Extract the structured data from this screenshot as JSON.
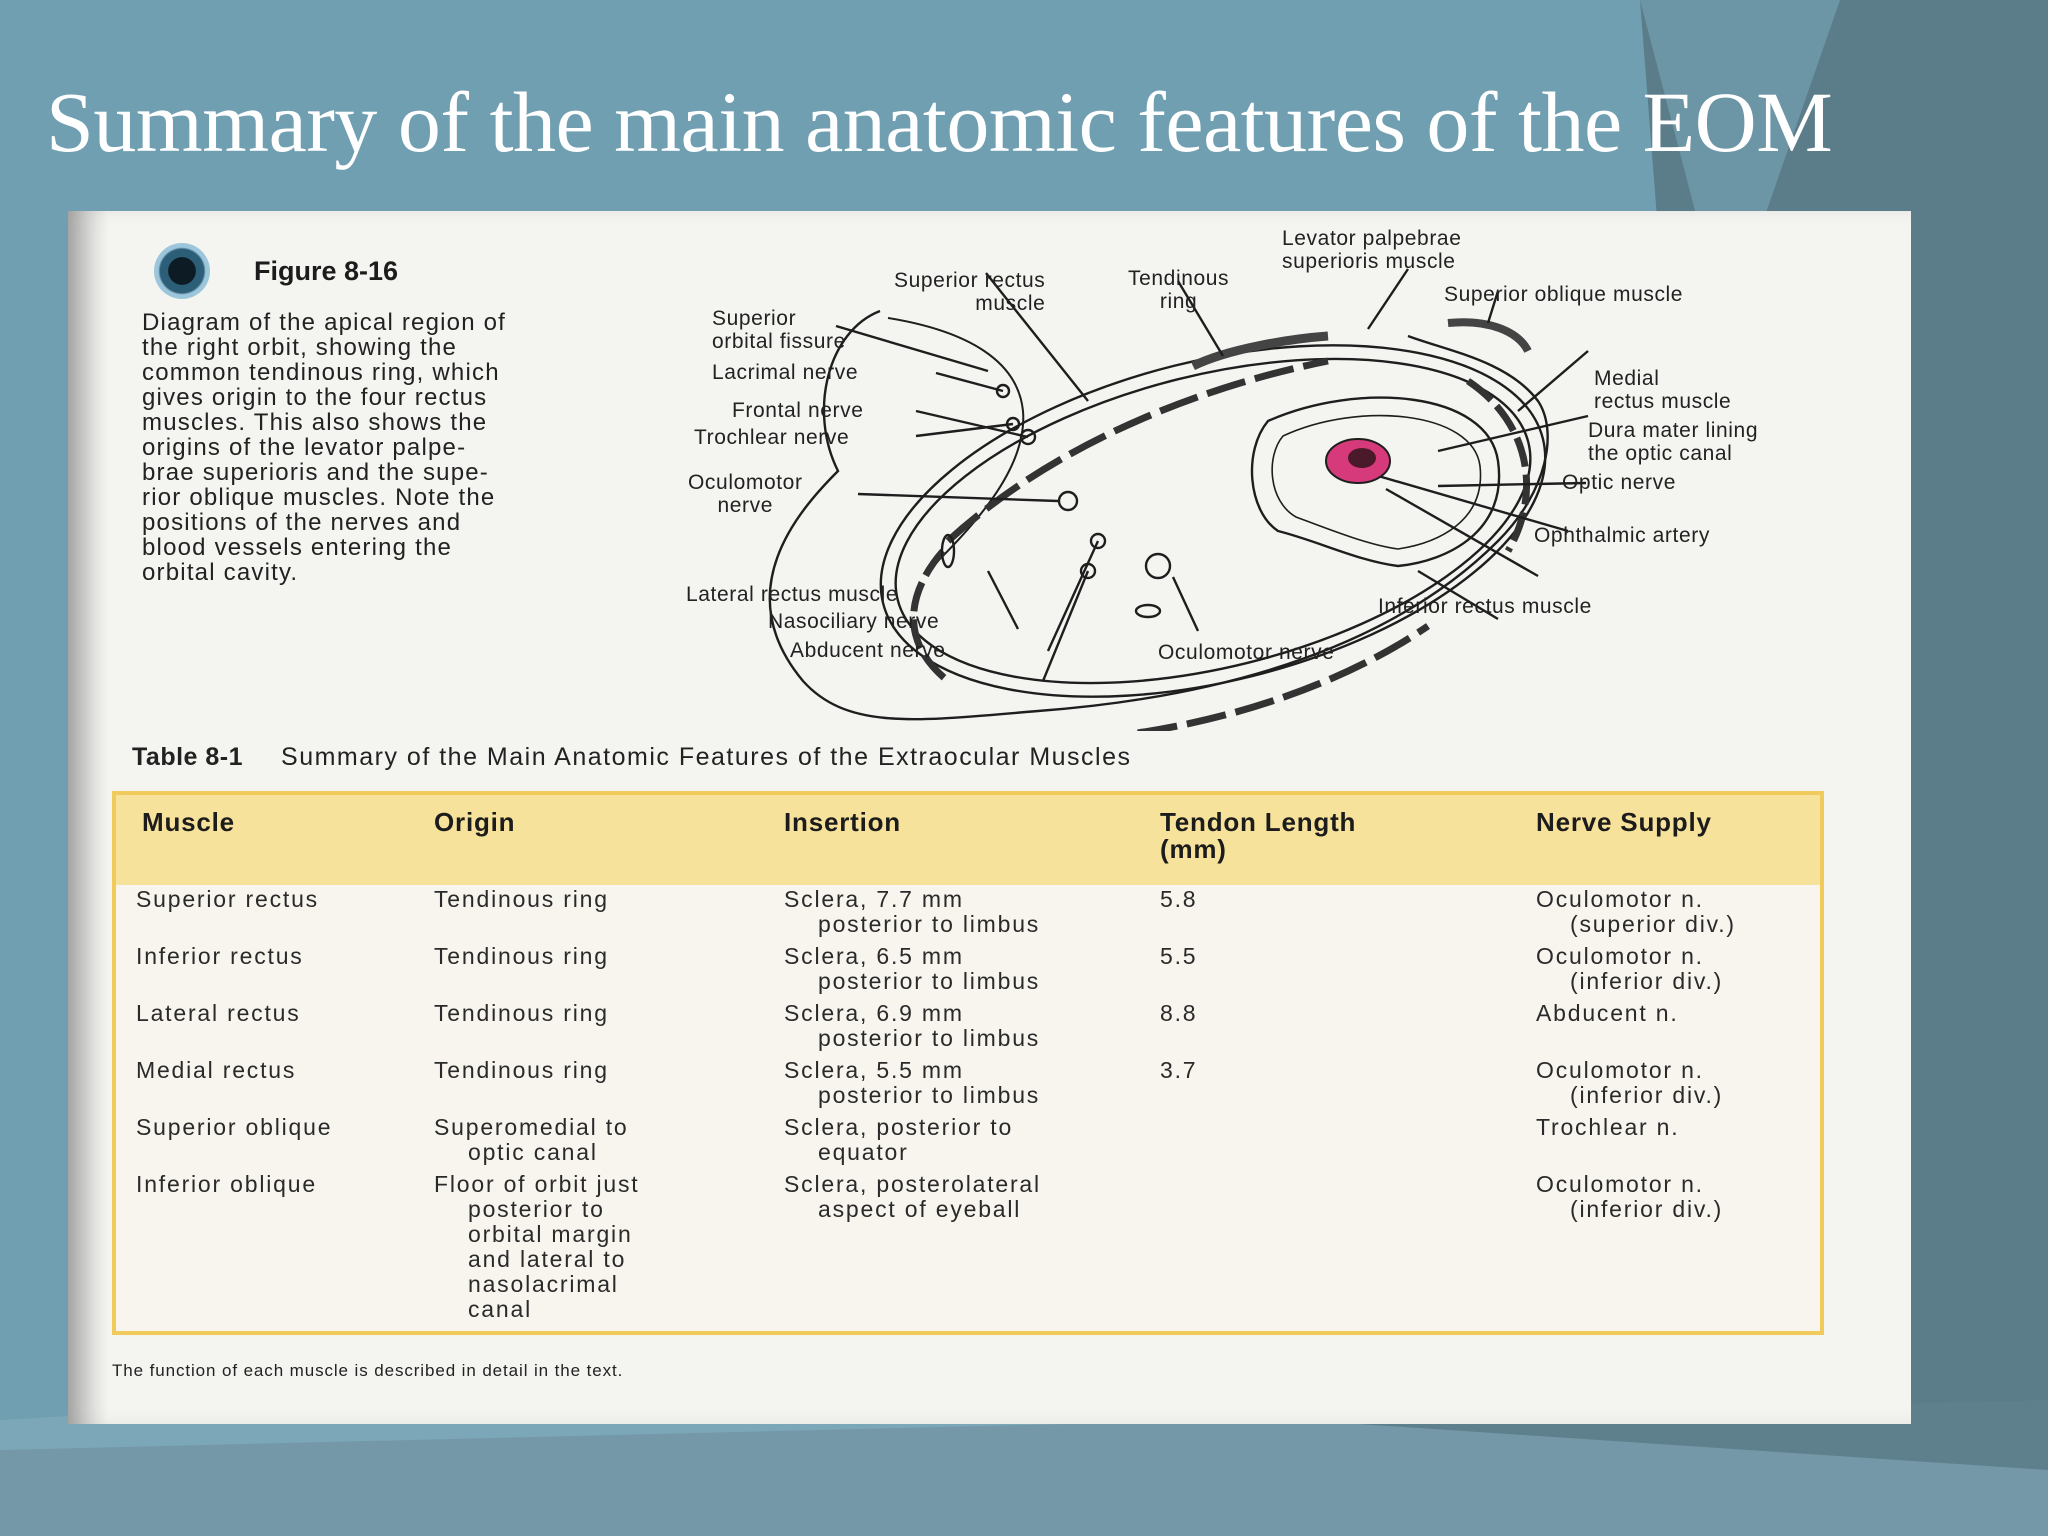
{
  "slide": {
    "title": "Summary of the main anatomic features of the EOM"
  },
  "figure": {
    "label": "Figure 8-16",
    "caption_lines": [
      "Diagram of the apical region of",
      "the right orbit, showing the",
      "common tendinous ring, which",
      "gives origin to the four rectus",
      "muscles. This also shows the",
      "origins of the levator palpe-",
      "brae superioris and the supe-",
      "rior oblique muscles. Note the",
      "positions of the nerves and",
      "blood vessels entering the",
      "orbital cavity."
    ],
    "diagram_labels": {
      "levator_palpebrae": [
        "Levator palpebrae",
        "superioris muscle"
      ],
      "superior_rectus": [
        "Superior rectus",
        "muscle"
      ],
      "tendinous_ring": [
        "Tendinous",
        "ring"
      ],
      "superior_oblique": "Superior oblique muscle",
      "superior_orbital_fissure": [
        "Superior",
        "orbital fissure"
      ],
      "lacrimal_nerve": "Lacrimal nerve",
      "frontal_nerve": "Frontal nerve",
      "trochlear_nerve": "Trochlear nerve",
      "oculomotor_nerve_upper": [
        "Oculomotor",
        "nerve"
      ],
      "medial_rectus": [
        "Medial",
        "rectus muscle"
      ],
      "dura_mater": [
        "Dura mater lining",
        "the optic canal"
      ],
      "optic_nerve": "Optic nerve",
      "ophthalmic_artery": "Ophthalmic artery",
      "lateral_rectus": "Lateral rectus muscle",
      "nasociliary_nerve": "Nasociliary nerve",
      "abducent_nerve": "Abducent nerve",
      "inferior_rectus": "Inferior rectus muscle",
      "oculomotor_nerve_lower": "Oculomotor nerve"
    }
  },
  "table": {
    "label": "Table 8-1",
    "title": "Summary of the Main Anatomic Features of the Extraocular Muscles",
    "headers": {
      "muscle": "Muscle",
      "origin": "Origin",
      "insertion": "Insertion",
      "tendon_length": [
        "Tendon Length",
        "(mm)"
      ],
      "nerve_supply": "Nerve Supply"
    },
    "rows": [
      {
        "muscle": [
          "Superior rectus"
        ],
        "origin": [
          "Tendinous ring"
        ],
        "insertion": [
          "Sclera, 7.7 mm",
          "posterior to limbus"
        ],
        "tendon": "5.8",
        "nerve": [
          "Oculomotor n.",
          "(superior div.)"
        ]
      },
      {
        "muscle": [
          "Inferior rectus"
        ],
        "origin": [
          "Tendinous ring"
        ],
        "insertion": [
          "Sclera, 6.5 mm",
          "posterior to limbus"
        ],
        "tendon": "5.5",
        "nerve": [
          "Oculomotor n.",
          "(inferior div.)"
        ]
      },
      {
        "muscle": [
          "Lateral rectus"
        ],
        "origin": [
          "Tendinous ring"
        ],
        "insertion": [
          "Sclera, 6.9 mm",
          "posterior to limbus"
        ],
        "tendon": "8.8",
        "nerve": [
          "Abducent n."
        ]
      },
      {
        "muscle": [
          "Medial rectus"
        ],
        "origin": [
          "Tendinous ring"
        ],
        "insertion": [
          "Sclera, 5.5 mm",
          "posterior to limbus"
        ],
        "tendon": "3.7",
        "nerve": [
          "Oculomotor n.",
          "(inferior div.)"
        ]
      },
      {
        "muscle": [
          "Superior oblique"
        ],
        "origin": [
          "Superomedial to",
          "optic canal"
        ],
        "insertion": [
          "Sclera, posterior to",
          "equator"
        ],
        "tendon": "",
        "nerve": [
          "Trochlear n."
        ]
      },
      {
        "muscle": [
          "Inferior oblique"
        ],
        "origin": [
          "Floor of orbit just",
          "posterior to",
          "orbital margin",
          "and lateral to",
          "nasolacrimal",
          "canal"
        ],
        "insertion": [
          "Sclera, posterolateral",
          "aspect of eyeball"
        ],
        "tendon": "",
        "nerve": [
          "Oculomotor n.",
          "(inferior div.)"
        ]
      }
    ],
    "footnote": "The function of each muscle is described in detail in the text."
  },
  "colors": {
    "slide_background": "#6f9fb1",
    "dark_panel": "#5e7f8c",
    "light_panel": "#86b0c0",
    "page_paper": "#f4f4f1",
    "table_header": "#f6e29a",
    "table_border": "#f0ca5a",
    "artery_highlight": "#d63a7a"
  }
}
